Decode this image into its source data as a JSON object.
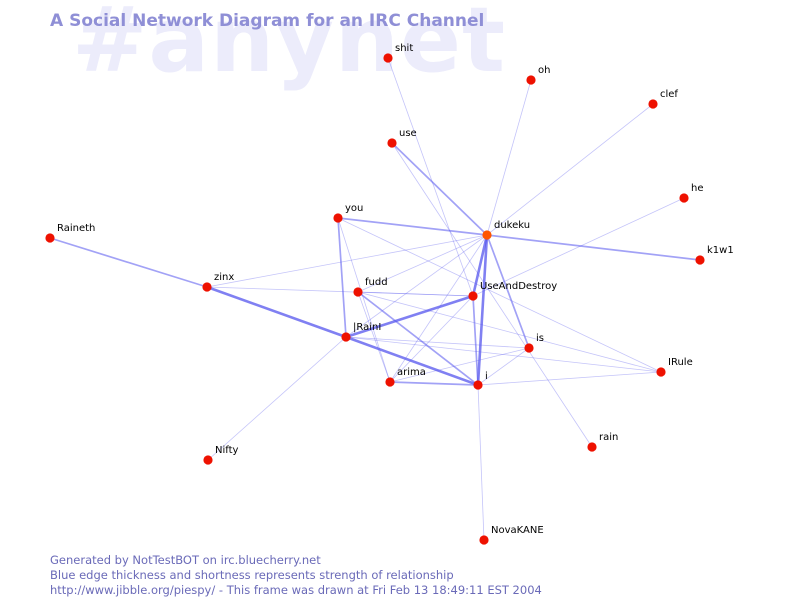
{
  "watermark": "#anynet",
  "title": "A Social Network Diagram for an IRC Channel",
  "footer": {
    "line1": "Generated by NotTestBOT on irc.bluecherry.net",
    "line2": "Blue edge thickness and shortness represents strength of relationship",
    "line3": "http://www.jibble.org/piespy/ - This frame was drawn at Fri Feb 13 18:49:11 EST 2004"
  },
  "colors": {
    "node": "#ee1100",
    "node_hub": "#ff5500",
    "edge": "#5555ee"
  },
  "nodes": [
    {
      "id": "shit",
      "label": "shit"
    },
    {
      "id": "oh",
      "label": "oh"
    },
    {
      "id": "clef",
      "label": "clef"
    },
    {
      "id": "use",
      "label": "use"
    },
    {
      "id": "he",
      "label": "he"
    },
    {
      "id": "you",
      "label": "you"
    },
    {
      "id": "dukeku",
      "label": "dukeku",
      "hub": true
    },
    {
      "id": "Raineth",
      "label": "Raineth"
    },
    {
      "id": "k1w1",
      "label": "k1w1"
    },
    {
      "id": "zinx",
      "label": "zinx"
    },
    {
      "id": "fudd",
      "label": "fudd"
    },
    {
      "id": "UseAndDestroy",
      "label": "UseAndDestroy"
    },
    {
      "id": "IRainI",
      "label": "|RainI"
    },
    {
      "id": "is",
      "label": "is"
    },
    {
      "id": "IRule",
      "label": "IRule"
    },
    {
      "id": "arima",
      "label": "arima"
    },
    {
      "id": "i",
      "label": "i"
    },
    {
      "id": "rain",
      "label": "rain"
    },
    {
      "id": "Nifty",
      "label": "Nifty"
    },
    {
      "id": "NovaKANE",
      "label": "NovaKANE"
    }
  ],
  "edges": [
    {
      "source": "shit",
      "target": "UseAndDestroy",
      "weight": 1
    },
    {
      "source": "oh",
      "target": "dukeku",
      "weight": 1
    },
    {
      "source": "clef",
      "target": "dukeku",
      "weight": 1
    },
    {
      "source": "use",
      "target": "dukeku",
      "weight": 2
    },
    {
      "source": "use",
      "target": "rain",
      "weight": 1
    },
    {
      "source": "he",
      "target": "UseAndDestroy",
      "weight": 1
    },
    {
      "source": "you",
      "target": "dukeku",
      "weight": 2
    },
    {
      "source": "you",
      "target": "IRainI",
      "weight": 2
    },
    {
      "source": "you",
      "target": "arima",
      "weight": 1
    },
    {
      "source": "you",
      "target": "IRule",
      "weight": 1
    },
    {
      "source": "dukeku",
      "target": "k1w1",
      "weight": 2
    },
    {
      "source": "dukeku",
      "target": "UseAndDestroy",
      "weight": 3
    },
    {
      "source": "dukeku",
      "target": "i",
      "weight": 3
    },
    {
      "source": "dukeku",
      "target": "is",
      "weight": 2
    },
    {
      "source": "dukeku",
      "target": "fudd",
      "weight": 1
    },
    {
      "source": "dukeku",
      "target": "zinx",
      "weight": 1
    },
    {
      "source": "dukeku",
      "target": "IRainI",
      "weight": 1
    },
    {
      "source": "dukeku",
      "target": "arima",
      "weight": 1
    },
    {
      "source": "Raineth",
      "target": "zinx",
      "weight": 2
    },
    {
      "source": "zinx",
      "target": "IRainI",
      "weight": 3
    },
    {
      "source": "zinx",
      "target": "UseAndDestroy",
      "weight": 1
    },
    {
      "source": "fudd",
      "target": "i",
      "weight": 2
    },
    {
      "source": "fudd",
      "target": "UseAndDestroy",
      "weight": 1
    },
    {
      "source": "fudd",
      "target": "IRule",
      "weight": 1
    },
    {
      "source": "fudd",
      "target": "arima",
      "weight": 1
    },
    {
      "source": "UseAndDestroy",
      "target": "IRainI",
      "weight": 3
    },
    {
      "source": "UseAndDestroy",
      "target": "i",
      "weight": 2
    },
    {
      "source": "UseAndDestroy",
      "target": "arima",
      "weight": 1
    },
    {
      "source": "IRainI",
      "target": "i",
      "weight": 3
    },
    {
      "source": "IRainI",
      "target": "is",
      "weight": 1
    },
    {
      "source": "IRainI",
      "target": "Nifty",
      "weight": 1
    },
    {
      "source": "IRainI",
      "target": "IRule",
      "weight": 1
    },
    {
      "source": "is",
      "target": "arima",
      "weight": 1
    },
    {
      "source": "is",
      "target": "i",
      "weight": 1
    },
    {
      "source": "arima",
      "target": "i",
      "weight": 2
    },
    {
      "source": "i",
      "target": "IRule",
      "weight": 1
    },
    {
      "source": "i",
      "target": "NovaKANE",
      "weight": 1
    }
  ]
}
